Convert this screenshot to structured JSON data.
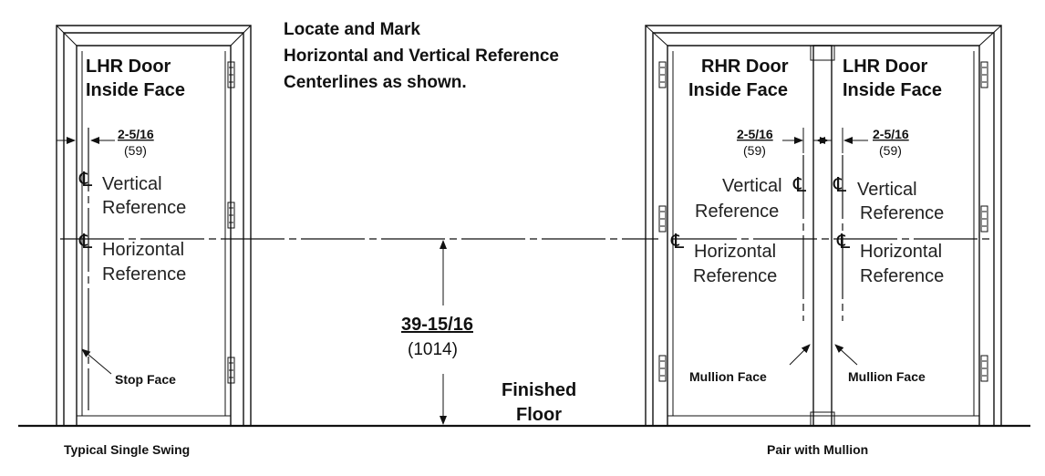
{
  "title": {
    "line1": "Locate and Mark",
    "line2": "Horizontal and Vertical Reference",
    "line3": "Centerlines as shown."
  },
  "single": {
    "door_label_1": "LHR Door",
    "door_label_2": "Inside Face",
    "dim_frac": "2-5/16",
    "dim_mm": "(59)",
    "cl_symbol": "℄",
    "vertical_1": "Vertical",
    "vertical_2": "Reference",
    "horizontal_1": "Horizontal",
    "horizontal_2": "Reference",
    "stop_face": "Stop Face",
    "caption": "Typical Single Swing"
  },
  "height_dim": {
    "frac": "39-15/16",
    "mm": "(1014)"
  },
  "floor": {
    "line1": "Finished",
    "line2": "Floor"
  },
  "pair": {
    "left_label_1": "RHR Door",
    "left_label_2": "Inside Face",
    "right_label_1": "LHR Door",
    "right_label_2": "Inside Face",
    "left_dim_frac": "2-5/16",
    "left_dim_mm": "(59)",
    "right_dim_frac": "2-5/16",
    "right_dim_mm": "(59)",
    "cl_symbol": "℄",
    "left_vertical_1": "Vertical",
    "left_vertical_2": "Reference",
    "left_horizontal_1": "Horizontal",
    "left_horizontal_2": "Reference",
    "right_vertical_1": "Vertical",
    "right_vertical_2": "Reference",
    "right_horizontal_1": "Horizontal",
    "right_horizontal_2": "Reference",
    "mullion_face_left": "Mullion Face",
    "mullion_face_right": "Mullion Face",
    "caption": "Pair with Mullion"
  }
}
